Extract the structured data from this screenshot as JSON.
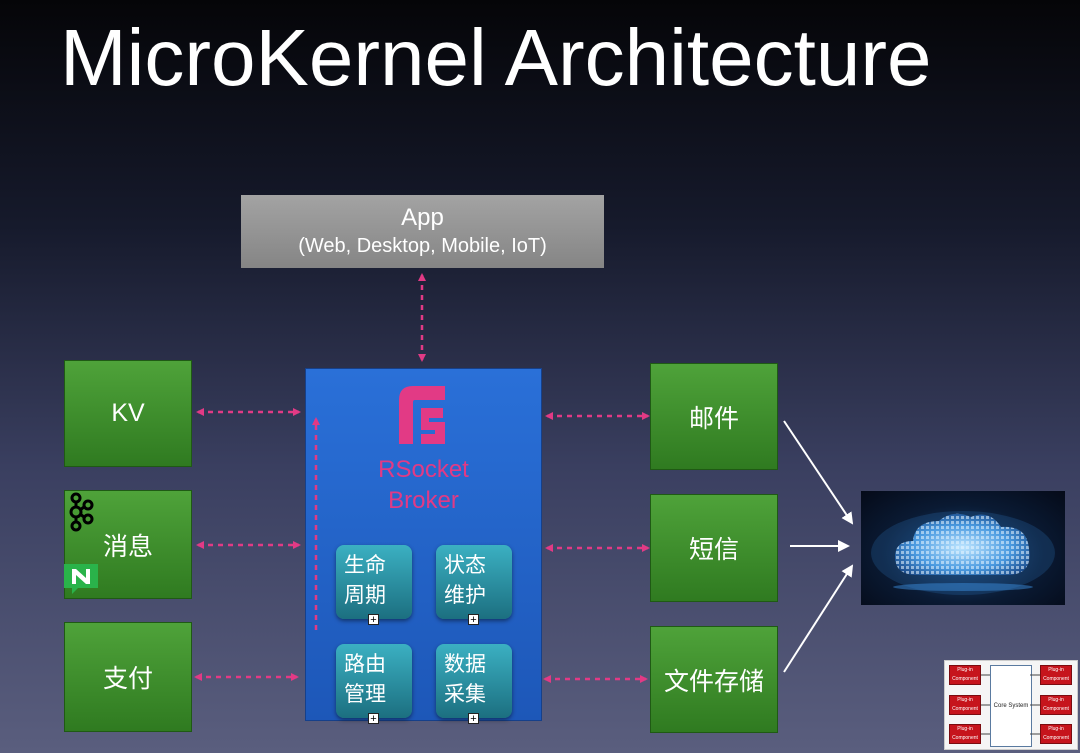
{
  "title": "MicroKernel Architecture",
  "app": {
    "line1": "App",
    "line2": "(Web, Desktop, Mobile, IoT)"
  },
  "broker": {
    "name_line1": "RSocket",
    "name_line2": "Broker",
    "modules": [
      {
        "line1": "生命",
        "line2": "周期"
      },
      {
        "line1": "状态",
        "line2": "维护"
      },
      {
        "line1": "路由",
        "line2": "管理"
      },
      {
        "line1": "数据",
        "line2": "采集"
      }
    ],
    "expand_symbol": "+"
  },
  "left_services": [
    {
      "label": "KV"
    },
    {
      "label": "消息"
    },
    {
      "label": "支付"
    }
  ],
  "right_services": [
    {
      "label": "邮件"
    },
    {
      "label": "短信"
    },
    {
      "label": "文件存储"
    }
  ],
  "thumbnail": {
    "plugin_label": "Plug-in Component",
    "core_label": "Core System"
  },
  "colors": {
    "connector": "#e23a85",
    "green_box": "#3f8f2c",
    "broker_blue": "#2266cc",
    "module_teal": "#2a8fa0",
    "rsocket_pink": "#e23a85"
  },
  "icons": {
    "broker_logo": "rsocket-logo-icon",
    "kafka": "kafka-icon",
    "nats": "nats-icon",
    "cloud": "cloud-icon"
  }
}
